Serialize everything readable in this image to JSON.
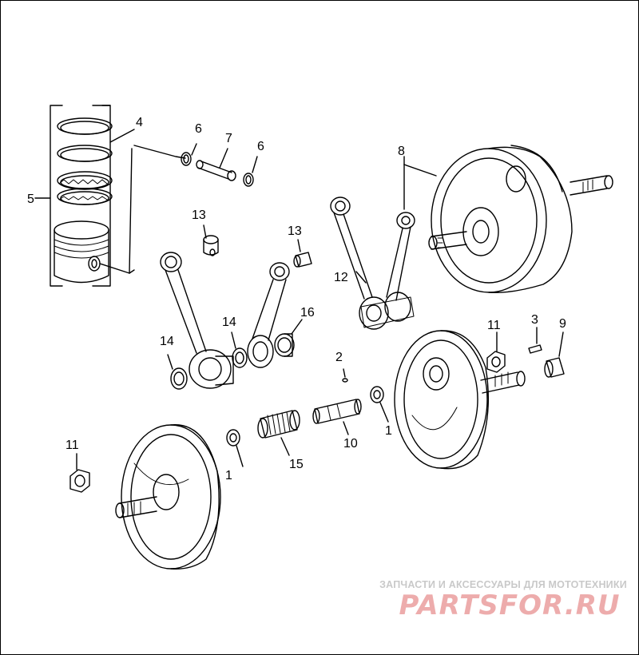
{
  "callouts": [
    {
      "id": "c1a",
      "text": "1"
    },
    {
      "id": "c1b",
      "text": "1"
    },
    {
      "id": "c2",
      "text": "2"
    },
    {
      "id": "c3",
      "text": "3"
    },
    {
      "id": "c4",
      "text": "4"
    },
    {
      "id": "c5",
      "text": "5"
    },
    {
      "id": "c6a",
      "text": "6"
    },
    {
      "id": "c6b",
      "text": "6"
    },
    {
      "id": "c7",
      "text": "7"
    },
    {
      "id": "c8",
      "text": "8"
    },
    {
      "id": "c9",
      "text": "9"
    },
    {
      "id": "c10",
      "text": "10"
    },
    {
      "id": "c11a",
      "text": "11"
    },
    {
      "id": "c11b",
      "text": "11"
    },
    {
      "id": "c12",
      "text": "12"
    },
    {
      "id": "c13a",
      "text": "13"
    },
    {
      "id": "c13b",
      "text": "13"
    },
    {
      "id": "c14a",
      "text": "14"
    },
    {
      "id": "c14b",
      "text": "14"
    },
    {
      "id": "c15",
      "text": "15"
    },
    {
      "id": "c16",
      "text": "16"
    }
  ],
  "watermark": {
    "tagline": "ЗАПЧАСТИ И АКСЕССУАРЫ ДЛЯ МОТОТЕХНИКИ",
    "logo": "PARTSFOR.RU",
    "logo_color": "#e06a6a"
  }
}
